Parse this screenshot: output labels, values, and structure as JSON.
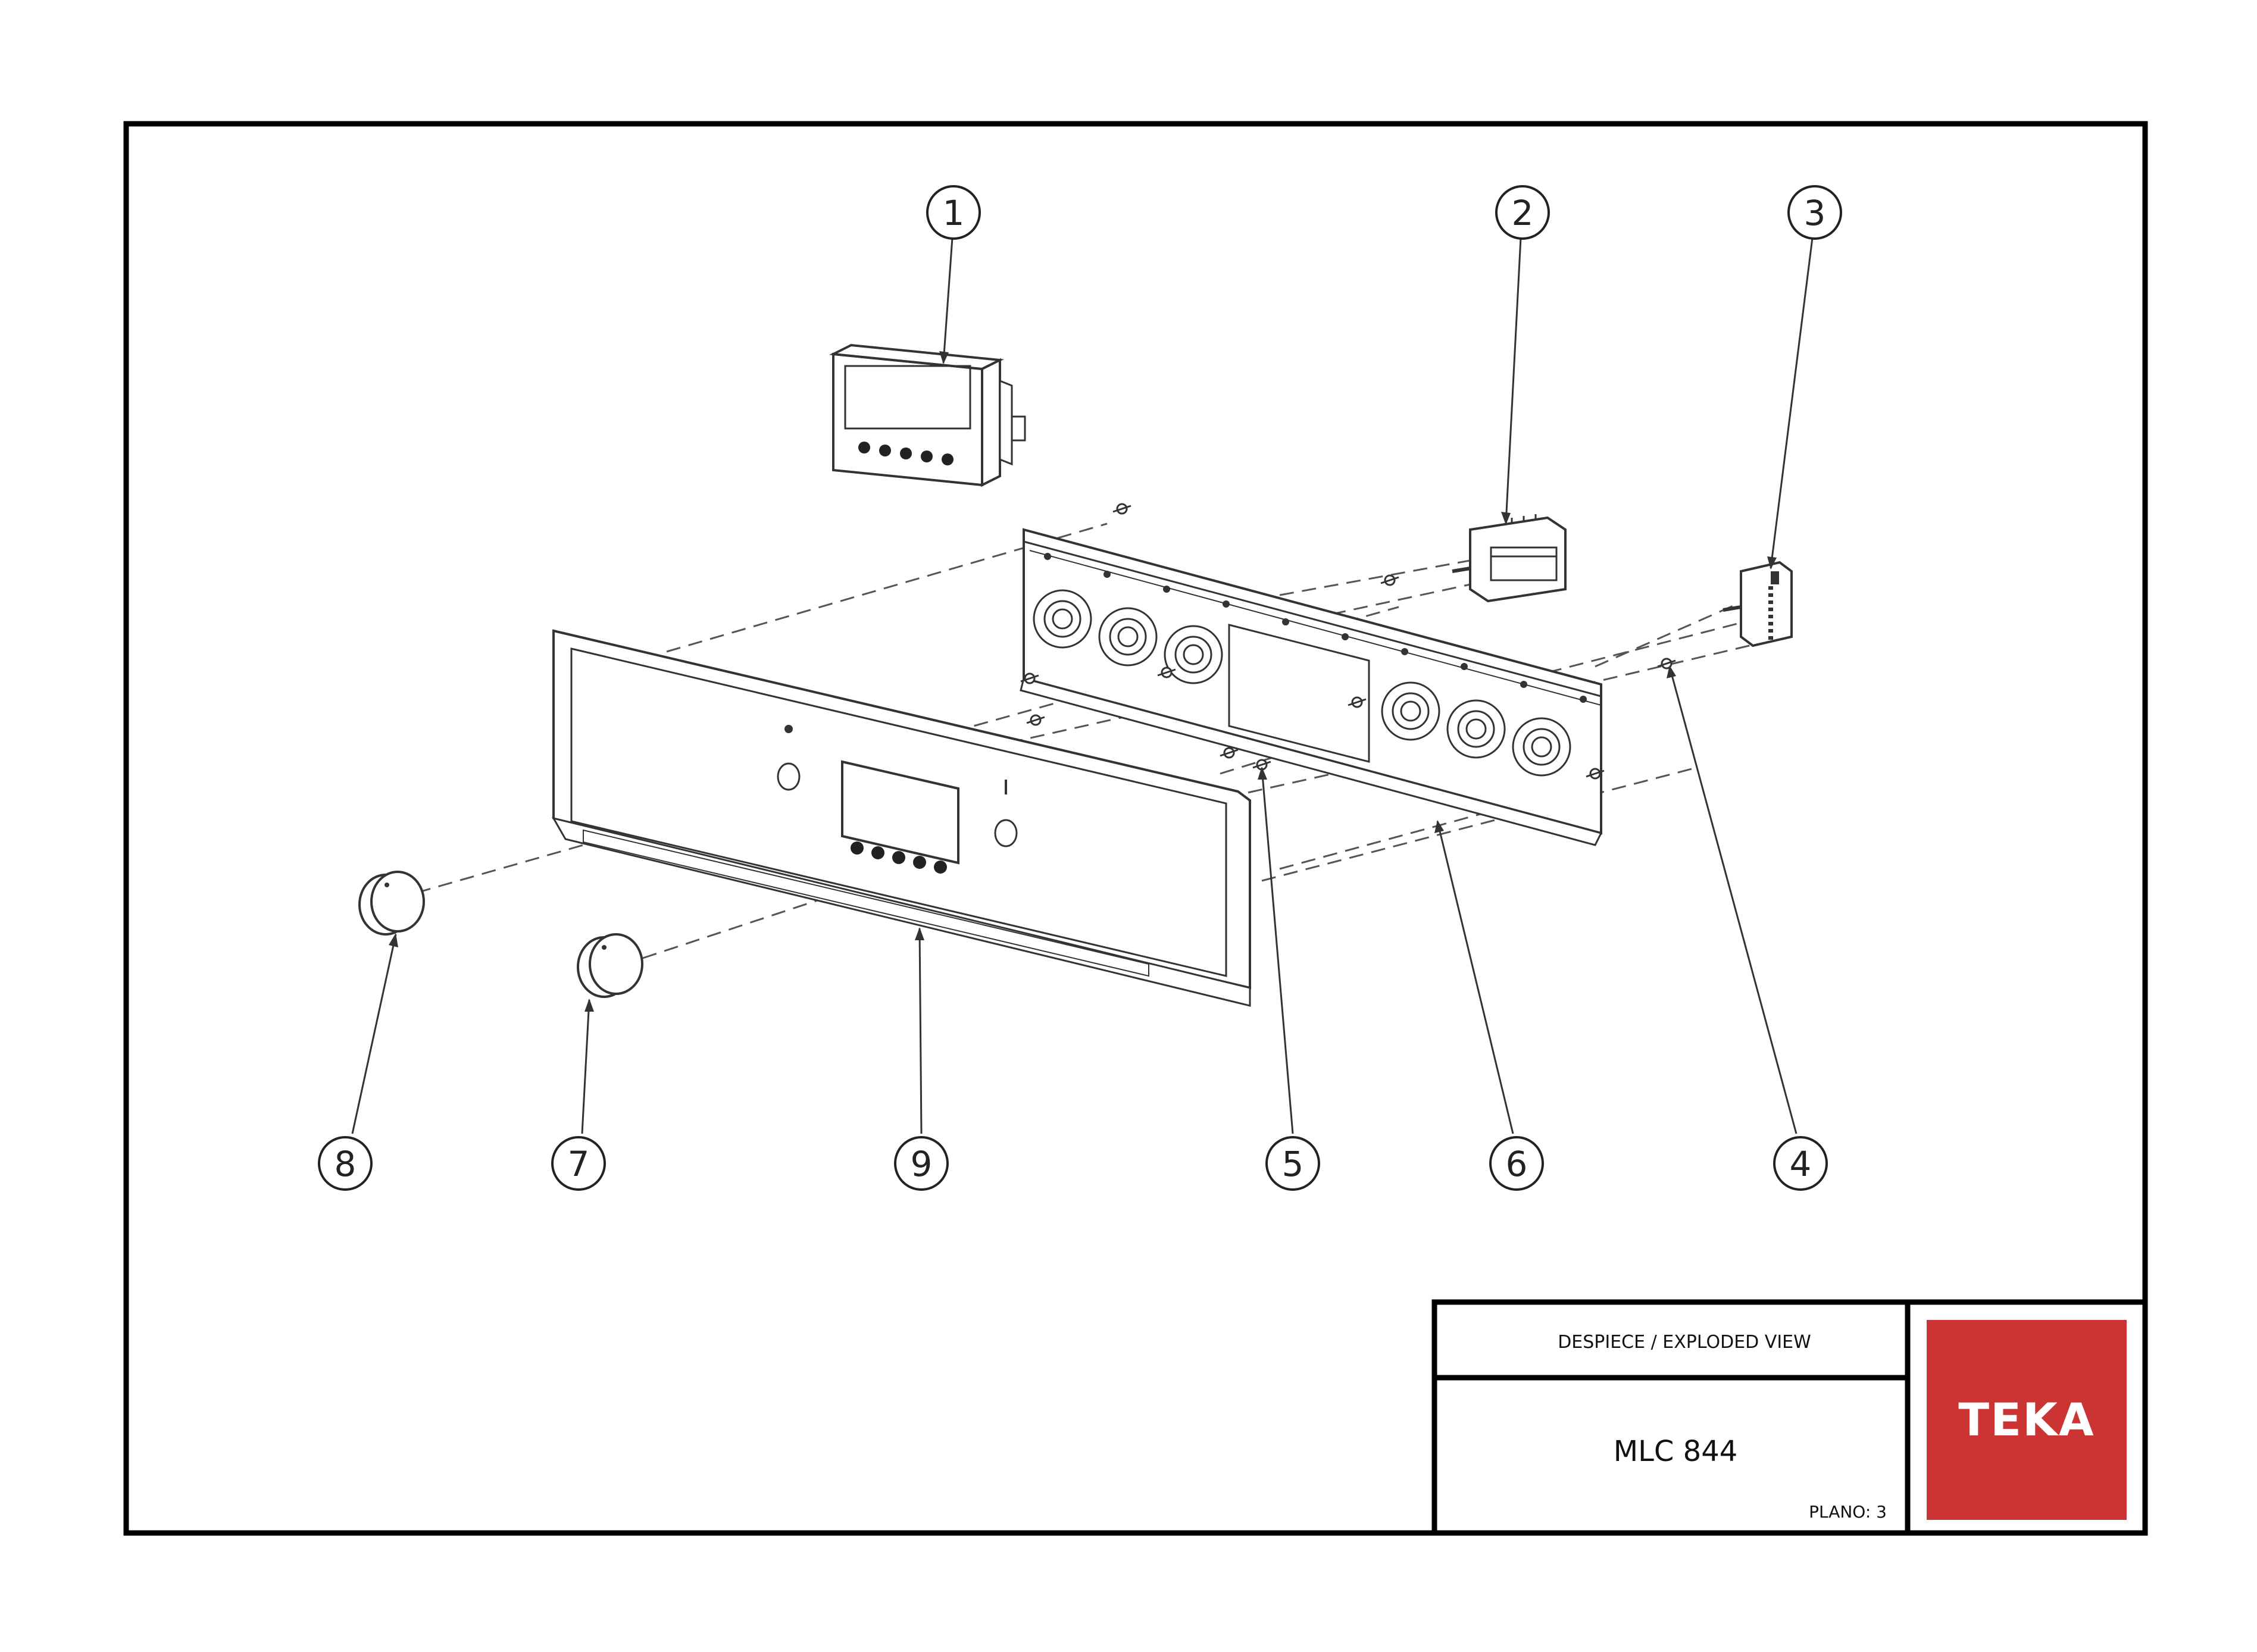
{
  "callouts": [
    {
      "id": "1",
      "label": "1"
    },
    {
      "id": "2",
      "label": "2"
    },
    {
      "id": "3",
      "label": "3"
    },
    {
      "id": "4",
      "label": "4"
    },
    {
      "id": "5",
      "label": "5"
    },
    {
      "id": "6",
      "label": "6"
    },
    {
      "id": "7",
      "label": "7"
    },
    {
      "id": "8",
      "label": "8"
    },
    {
      "id": "9",
      "label": "9"
    }
  ],
  "title_block": {
    "view_label": "DESPIECE / EXPLODED VIEW",
    "model": "MLC 844",
    "plano": "PLANO: 3"
  },
  "logo": {
    "text": "TEKA",
    "background": "#cc3333",
    "text_color": "#ffffff"
  },
  "colors": {
    "line": "#222222",
    "frame": "#000000"
  }
}
